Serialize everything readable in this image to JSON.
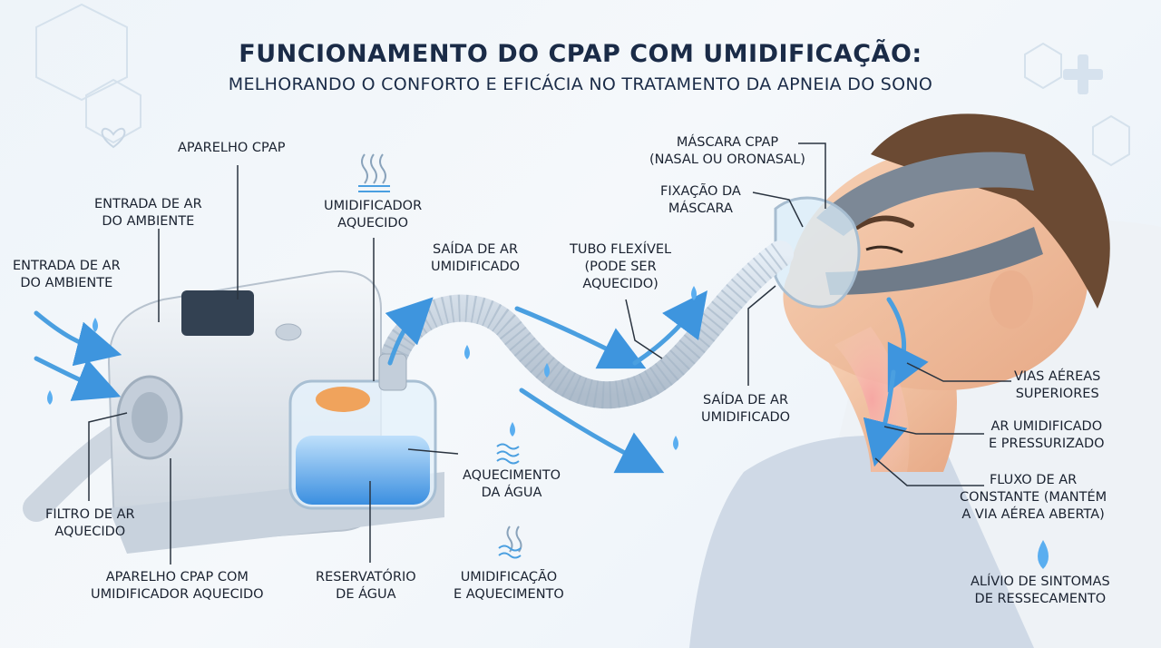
{
  "title": "FUNCIONAMENTO DO CPAP COM UMIDIFICAÇÃO:",
  "subtitle": "MELHORANDO O CONFORTO E EFICÁCIA NO TRATAMENTO DA APNEIA DO SONO",
  "labels": {
    "aparelho_cpap": [
      "APARELHO CPAP"
    ],
    "entrada_ar_1": [
      "ENTRADA DE AR",
      "DO AMBIENTE"
    ],
    "entrada_ar_2": [
      "ENTRADA DE AR",
      "DO AMBIENTE"
    ],
    "umidificador_aquecido": [
      "UMIDIFICADOR",
      "AQUECIDO"
    ],
    "saida_ar_1": [
      "SAÍDA DE AR",
      "UMIDIFICADO"
    ],
    "tubo_flexivel": [
      "TUBO FLEXÍVEL",
      "(PODE SER",
      "AQUECIDO)"
    ],
    "mascara_cpap": [
      "MÁSCARA CPAP",
      "(NASAL OU ORONASAL)"
    ],
    "fixacao_mascara": [
      "FIXAÇÃO DA",
      "MÁSCARA"
    ],
    "saida_ar_2": [
      "SAÍDA DE AR",
      "UMIDIFICADO"
    ],
    "vias_aereas": [
      "VIAS AÉREAS",
      "SUPERIORES"
    ],
    "ar_umidificado": [
      "AR UMIDIFICADO",
      "E PRESSURIZADO"
    ],
    "fluxo_ar": [
      "FLUXO DE AR",
      "CONSTANTE (MANTÉM",
      "A VIA AÉREA ABERTA)"
    ],
    "filtro_ar": [
      "FILTRO DE AR",
      "AQUECIDO"
    ],
    "aparelho_umidificador": [
      "APARELHO CPAP COM",
      "UMIDIFICADOR AQUECIDO"
    ],
    "reservatorio": [
      "RESERVATÓRIO",
      "DE ÁGUA"
    ],
    "aquecimento_agua": [
      "AQUECIMENTO",
      "DA ÁGUA"
    ],
    "umidificacao_aquecimento": [
      "UMIDIFICAÇÃO",
      "E AQUECIMENTO"
    ],
    "alivio_sintomas": [
      "ALÍVIO DE SINTOMAS",
      "DE RESSECAMENTO"
    ]
  },
  "colors": {
    "title": "#1a2b47",
    "air_flow": "#4a9fe0",
    "water": "#5aaef0",
    "machine": "#dfe5ec",
    "skin": "#f3c4a4",
    "hair": "#6b4a33",
    "heater": "#f0a35c"
  }
}
